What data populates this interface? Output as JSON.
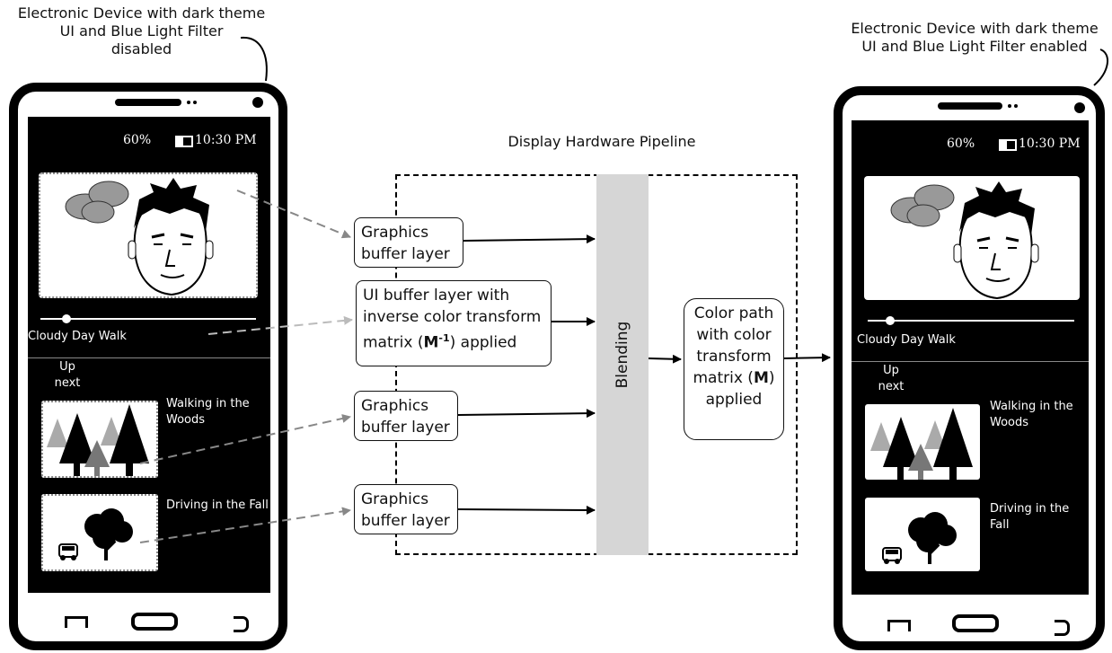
{
  "captions": {
    "left_phone": [
      "Electronic Device with dark theme",
      "UI and Blue Light Filter",
      "disabled"
    ],
    "right_phone": [
      "Electronic Device with dark theme",
      "UI and Blue Light Filter enabled"
    ],
    "pipeline_title": "Display Hardware Pipeline"
  },
  "phone": {
    "battery_percent": "60%",
    "time": "10:30 PM",
    "video_title": "Cloudy Day Walk",
    "up_next": [
      "Up",
      "next"
    ],
    "items": [
      {
        "title": "Walking in the Woods",
        "icon": "trees-icon"
      },
      {
        "title": "Driving in the Fall",
        "icon": "tree-car-icon"
      }
    ]
  },
  "pipeline": {
    "graphics_layer_1": [
      "Graphics",
      "buffer layer"
    ],
    "ui_layer": {
      "line1": "UI buffer layer with",
      "line2": "inverse color transform",
      "line3_prefix": "matrix (",
      "matrix": "M",
      "superscript": "-1",
      "line3_suffix": ") applied"
    },
    "graphics_layer_2": [
      "Graphics",
      "buffer layer"
    ],
    "graphics_layer_3": [
      "Graphics",
      "buffer layer"
    ],
    "blending": "Blending",
    "color_path": {
      "line1": "Color path",
      "line2": "with color",
      "line3": "transform",
      "line4_prefix": "matrix (",
      "matrix": "M",
      "line4_suffix": ")",
      "line5": "applied"
    }
  }
}
